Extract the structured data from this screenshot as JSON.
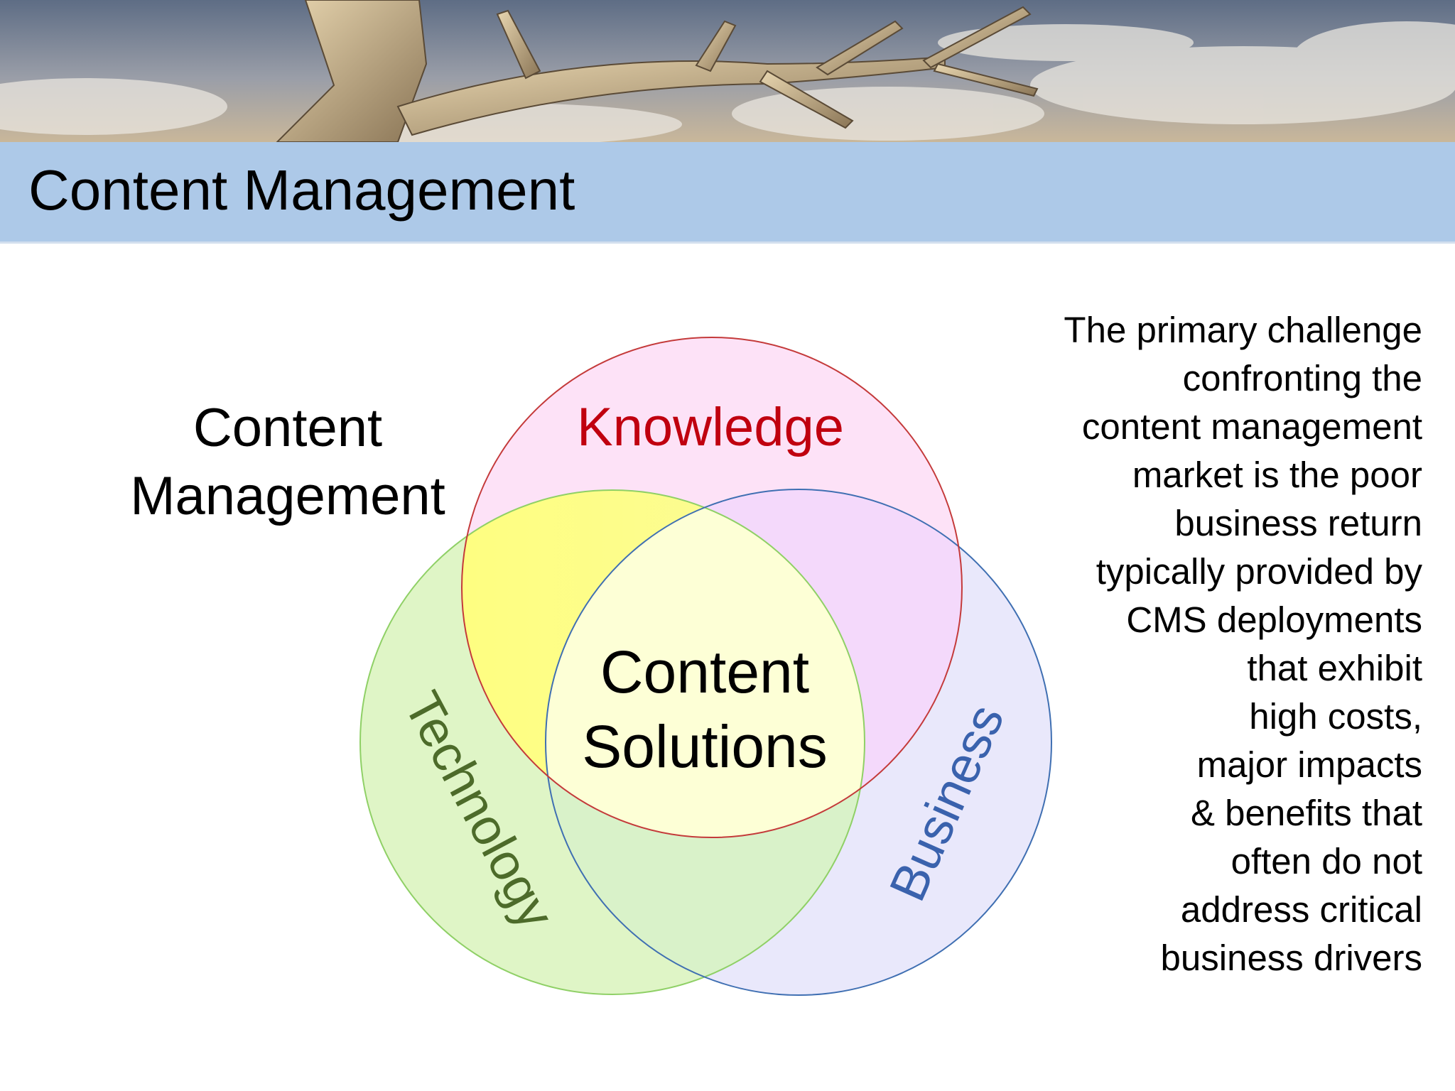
{
  "slide": {
    "title": "Content Management"
  },
  "diagram": {
    "side_label": [
      "Content",
      "Management"
    ],
    "circles": [
      {
        "label": "Knowledge",
        "fill": "#fde2f7",
        "stroke": "#c43a3a",
        "label_color": "#c0000f"
      },
      {
        "label": "Technology",
        "fill": "#dff5c6",
        "stroke": "#8fd066",
        "label_color": "#4d6b2a"
      },
      {
        "label": "Business",
        "fill": "#e9e8fb",
        "stroke": "#3f6fb2",
        "label_color": "#3a62ad"
      }
    ],
    "center_label": [
      "Content",
      "Solutions"
    ],
    "overlap_colors": {
      "knowledge_technology": "#ffff7a",
      "knowledge_business": "#f4d9fb",
      "technology_business": "#d9f2c9",
      "center": "#fdffd6"
    }
  },
  "description": [
    "The primary challenge",
    "confronting the",
    "content management",
    "market is the poor",
    "business return",
    "typically provided by",
    "CMS deployments",
    "that exhibit",
    "high costs,",
    "major impacts",
    "& benefits that",
    "often do not",
    "address critical",
    "business drivers"
  ]
}
